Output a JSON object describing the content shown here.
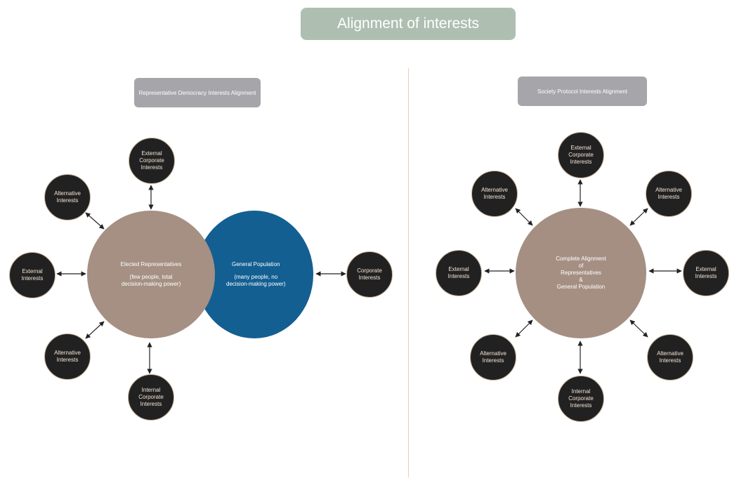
{
  "title": "Alignment of interests",
  "colors": {
    "title_bg": "#aebfb1",
    "panel_label_bg": "#a6a6aa",
    "small_node_bg": "#222122",
    "elected_bg": "#a59083",
    "population_bg": "#135f92",
    "alignment_bg": "#a58f83",
    "divider": "#e7cdbf",
    "arrow": "#222222"
  },
  "left_panel": {
    "label": "Representative Democracy Interests Alignment",
    "elected": {
      "title": "Elected Representatives",
      "subtitle": "(few people, total\ndecision-making power)"
    },
    "population": {
      "title": "General Population",
      "subtitle": "(many people, no\ndecision-making power)"
    },
    "nodes": {
      "top": "External\nCorporate\nInterests",
      "upper_left": "Alternative\nInterests",
      "left": "External\nInterests",
      "lower_left": "Alternative\nInterests",
      "bottom": "Internal\nCorporate\nInterests",
      "right": "Corporate\nInterests"
    }
  },
  "right_panel": {
    "label": "Society Protocol Interests Alignment",
    "center": "Complete Alignment\nof\nRepresentatives\n&\nGeneral Population",
    "nodes": {
      "top": "External\nCorporate\nInterests",
      "upper_left": "Alternative\nInterests",
      "upper_right": "Alternative\nInterests",
      "left": "External\nInterests",
      "right": "External\nInterests",
      "lower_left": "Alternative\nInterests",
      "lower_right": "Alternative\nInterests",
      "bottom": "Internal\nCorporate\nInterests"
    }
  }
}
